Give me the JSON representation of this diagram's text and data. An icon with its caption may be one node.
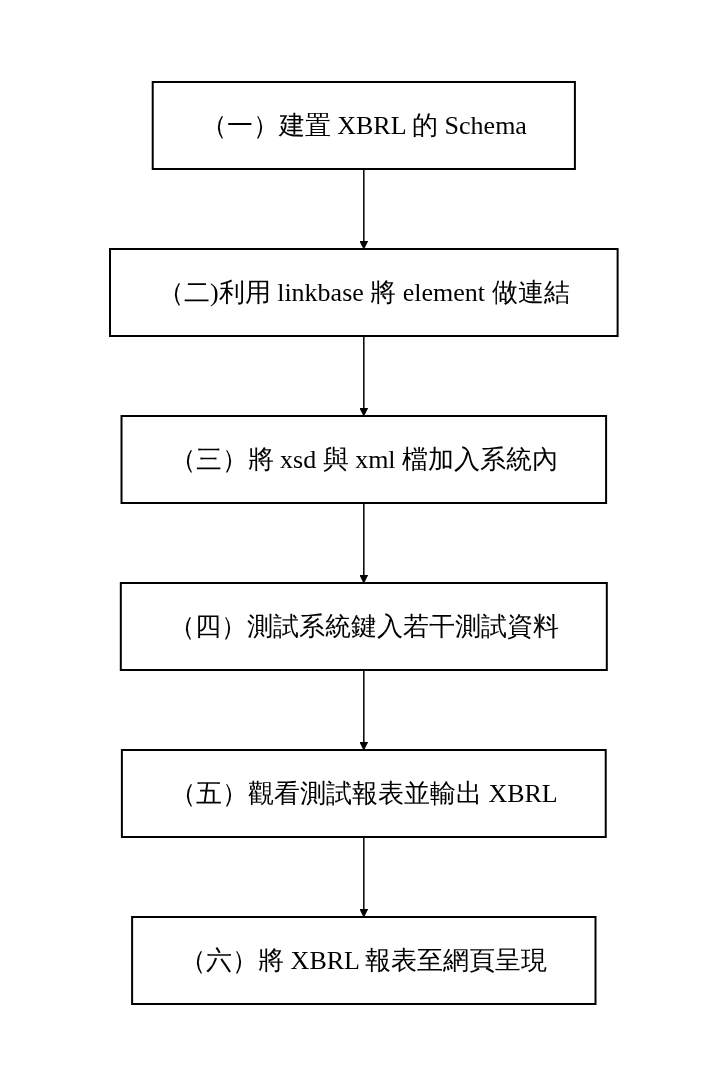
{
  "diagram": {
    "nodes": [
      {
        "text": [
          "（一）建置 XBRL 的 Schema"
        ]
      },
      {
        "text": [
          "（二)利用 linkbase 將 element 做連結"
        ]
      },
      {
        "text": [
          "（三）將 xsd 與 xml 檔加入系統內"
        ]
      },
      {
        "text": [
          "（四）測試系統鍵入若干測試資料"
        ]
      },
      {
        "text": [
          "（五）觀看測試報表並輸出 XBRL"
        ]
      },
      {
        "text": [
          "（六）將 XBRL 報表至網頁呈現"
        ]
      }
    ],
    "edges": [
      {
        "from": 0,
        "to": 1,
        "arrow": "to"
      },
      {
        "from": 1,
        "to": 2,
        "arrow": "to"
      },
      {
        "from": 2,
        "to": 3,
        "arrow": "to"
      },
      {
        "from": 3,
        "to": 4,
        "arrow": "to"
      },
      {
        "from": 4,
        "to": 5,
        "arrow": "to"
      }
    ]
  }
}
